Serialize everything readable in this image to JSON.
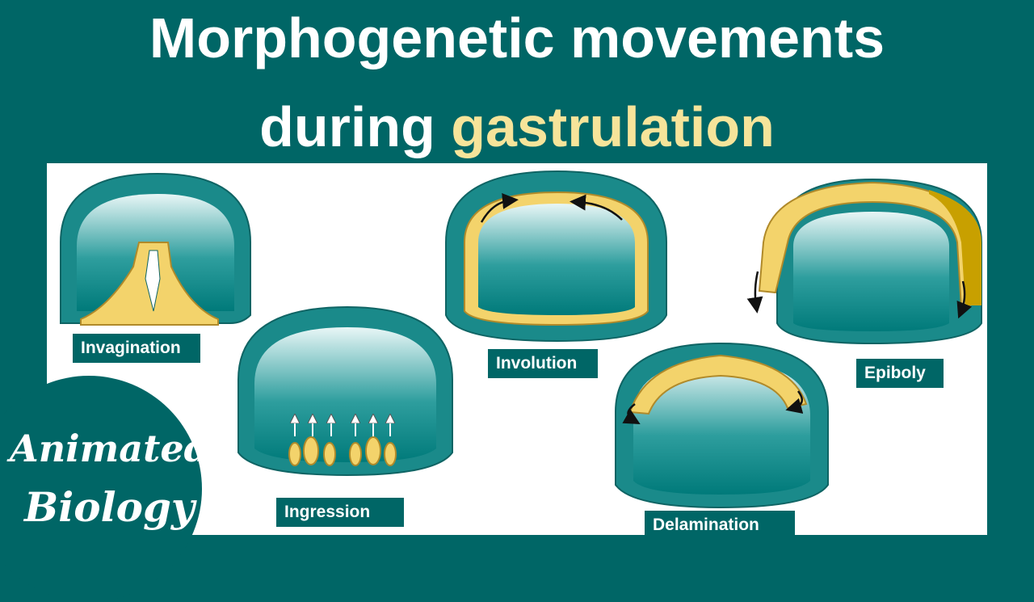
{
  "title": {
    "line1": "Morphogenetic movements",
    "line2_plain": "during ",
    "line2_highlight": "gastrulation"
  },
  "labels": {
    "invagination": "Invagination",
    "ingression": "Ingression",
    "involution": "Involution",
    "delamination": "Delamination",
    "epiboly": "Epiboly"
  },
  "logo": {
    "line1": "Animated",
    "line2": "Biology"
  },
  "colors": {
    "background": "#006666",
    "cell_teal": "#1a8a8a",
    "cell_yellow": "#f3d36b",
    "highlight_text": "#f6e49a",
    "epiboly_cap": "#c8a000"
  }
}
